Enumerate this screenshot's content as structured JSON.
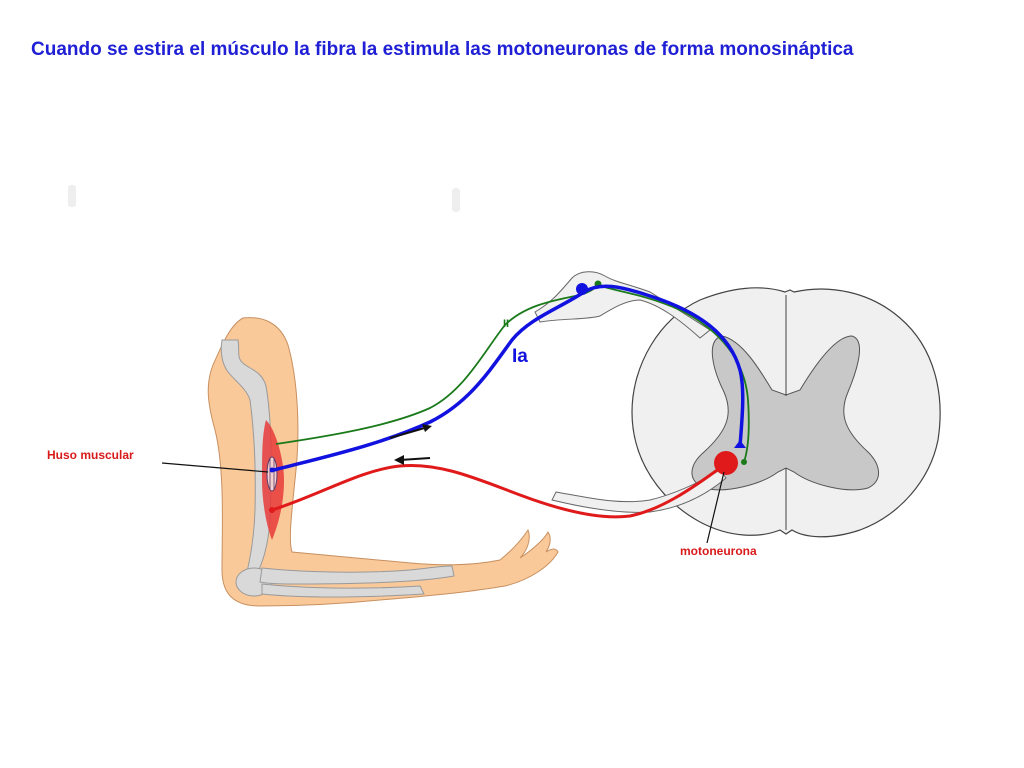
{
  "title": "Cuando se estira el músculo la fibra Ia estimula las motoneuronas de forma monosináptica",
  "labels": {
    "fiber_ii": "II",
    "fiber_ia": "Ia",
    "muscle_spindle": "Huso muscular",
    "motor_neuron": "motoneurona"
  },
  "colors": {
    "title": "#1f1fd6",
    "ia_fiber": "#1212e0",
    "ii_fiber": "#1a7a1a",
    "motor_fiber": "#e01a1a",
    "label_red": "#d91a1a",
    "skin": "#f9c99a",
    "bone": "#d9d9d9",
    "muscle": "#e83a3a",
    "cord_white": "#f0f0f0",
    "cord_gray": "#c8c8c8"
  }
}
